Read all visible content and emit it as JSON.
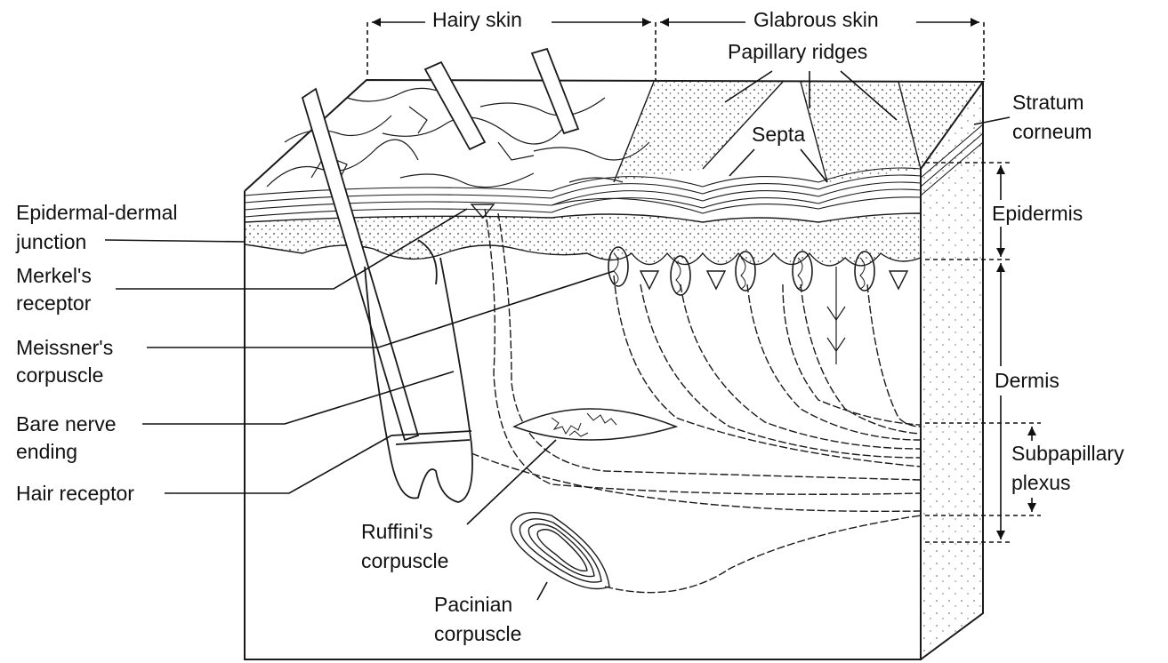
{
  "diagram": {
    "labels": {
      "hairy_skin": "Hairy skin",
      "glabrous_skin": "Glabrous skin",
      "papillary_ridges": "Papillary ridges",
      "septa": "Septa",
      "stratum_corneum_1": "Stratum",
      "stratum_corneum_2": "corneum",
      "epidermis": "Epidermis",
      "dermis": "Dermis",
      "subpapillary_1": "Subpapillary",
      "subpapillary_2": "plexus",
      "epidermal_dermal_1": "Epidermal-dermal",
      "epidermal_dermal_2": "junction",
      "merkel_1": "Merkel's",
      "merkel_2": "receptor",
      "meissner_1": "Meissner's",
      "meissner_2": "corpuscle",
      "bare_nerve_1": "Bare nerve",
      "bare_nerve_2": "ending",
      "hair_receptor": "Hair receptor",
      "ruffini_1": "Ruffini's",
      "ruffini_2": "corpuscle",
      "pacinian_1": "Pacinian",
      "pacinian_2": "corpuscle"
    }
  }
}
